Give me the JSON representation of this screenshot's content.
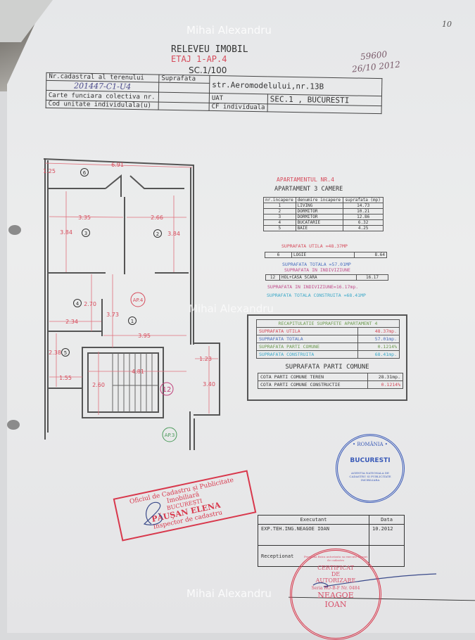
{
  "watermark": "Mihai Alexandru",
  "page_number": "10",
  "header": {
    "title": "RELEVEU IMOBIL",
    "subtitle": "ETAJ 1-AP.4",
    "scale": "SC.1/100",
    "handwritten_number": "59600",
    "handwritten_date": "26/10 2012"
  },
  "info_table": {
    "cadastral_label": "Nr.cadastral al terenului",
    "cadastral_value": "201447-C1-U4",
    "surface_label": "Suprafata",
    "address": "str.Aeromodelului,nr.13B",
    "carte_label": "Carte funciara colectiva nr.",
    "cod_label": "Cod unitate individulala(u)",
    "uat_label": "UAT",
    "uat_value": "SEC.1 , BUCURESTI",
    "cf_label": "CF individuala"
  },
  "plan": {
    "dims": [
      "6.91",
      "1.25",
      "3.35",
      "2.66",
      "3.84",
      "3.84",
      "2.70",
      "3.73",
      "2.34",
      "3.95",
      "2.38",
      "1.55",
      "4.81",
      "2.60",
      "1.23",
      "3.40"
    ],
    "rooms": [
      "6",
      "3",
      "2",
      "4",
      "1",
      "5",
      "12"
    ],
    "ap_labels": [
      "AP.4",
      "AP.3"
    ]
  },
  "apartment": {
    "title": "APARTAMENTUL NR.4",
    "subtitle": "APARTAMENT 3 CAMERE",
    "headers": [
      "nr.incapere",
      "denumire incapere",
      "suprafata (mp)"
    ],
    "rows": [
      [
        "1",
        "LIVING",
        "14.73"
      ],
      [
        "2",
        "DORMITOR",
        "10.21"
      ],
      [
        "3",
        "DORMITOR",
        "12.86"
      ],
      [
        "4",
        "BUCATARIE",
        "6.32"
      ],
      [
        "5",
        "BAIE",
        "4.25"
      ]
    ],
    "utila": "SUPRAFATA UTILA =48.37MP",
    "logie": [
      "6",
      "LOGIE",
      "8.64"
    ],
    "totala": "SUPRAFATA TOTALA =57.01MP",
    "indiviziune_header": "SUPRAFATA IN INDIVIZIUNE",
    "hol": [
      "12",
      "HOL+CASA SCARA",
      "16.17"
    ],
    "indiviziune": "SUPRAFATA IN INDIVIZIUNE=16.17mp.",
    "construita": "SUPRAFATA TOTALA CONSTRUITA =68.41MP"
  },
  "recap": {
    "title": "RECAPITULATIE SUPRAFETE APARTAMENT 4",
    "rows": [
      [
        "SUPRAFATA UTILA",
        "48.37mp."
      ],
      [
        "SUPRAFATA TOTALA",
        "57.01mp."
      ],
      [
        "SUPRAFATA PARTI COMUNE",
        "0.1214%"
      ],
      [
        "SUPRAFATA CONSTRUITA",
        "68.41mp."
      ]
    ],
    "comune_title": "SUPRAFATA PARTI COMUNE",
    "comune_rows": [
      [
        "COTA PARTI COMUNE TEREN",
        "28.31mp."
      ],
      [
        "COTA PARTI COMUNE CONSTRUCTIE",
        "0.1214%"
      ]
    ]
  },
  "stamp_ocpi": {
    "line1": "Oficiul de Cadastru și Publicitate Imobiliară",
    "line2": "BUCUREȘTI",
    "line3": "PĂUȘAN ELENA",
    "line4": "Inspector de cadastru"
  },
  "seal_ancpi": {
    "top": "• ROMÂNIA •",
    "center": "BUCURESTI",
    "ring": "AGENTIA NATIONALA DE CADASTRU SI PUBLICITATE IMOBILIARA"
  },
  "execution": {
    "executant_label": "Executant",
    "data_label": "Data",
    "executant": "EXP.TEH.ING.NEAGOE IOAN",
    "date": "10.2012",
    "receptionat_label": "Receptionat"
  },
  "seal_authorization": {
    "line1": "CERTIFICAT",
    "line2": "DE",
    "line3": "AUTORIZARE",
    "line4": "Seria RO-B-F Nr. 0484",
    "line5": "NEAGOE",
    "line6": "IOAN",
    "ring": "Persoana fizica autorizata sa execute lucrari de cadastru"
  },
  "colors": {
    "plan_dims": "#d64a5a",
    "walls": "#555555",
    "ap4": "#d64a5a",
    "ap3": "#4a9a5a",
    "room12": "#c0407a"
  }
}
